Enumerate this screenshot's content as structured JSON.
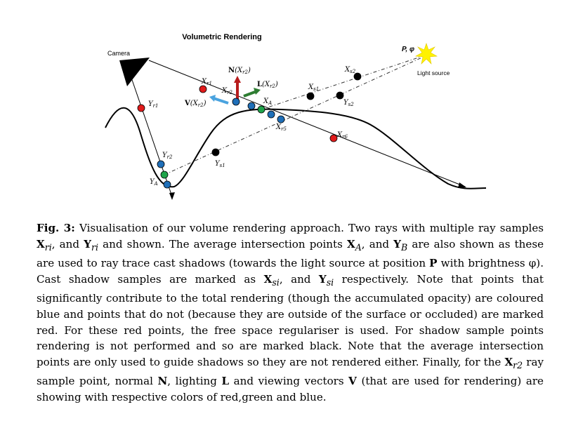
{
  "figure": {
    "title": "Volumetric Rendering",
    "camera_label": "Camera",
    "light_label": "Light source",
    "light_point_label": "P, φ",
    "normal_label": "N(X_r2)",
    "light_vec_label": "L(X_r2)",
    "view_label": "V(X_r2)",
    "points": {
      "xr1": "X_r1",
      "xr2": "X_r2",
      "xa": "X_A",
      "xs1": "X_s1",
      "xs2": "X_s2",
      "xr5": "X_r5",
      "xr6": "X_r6",
      "yr1": "Y_r1",
      "yr2": "Y_r2",
      "ya": "Y_A",
      "ys1": "Y_s1",
      "ys2": "Y_s2"
    },
    "colors": {
      "red": "#e11b1b",
      "blue": "#1f6fb8",
      "green": "#1fa34a",
      "black": "#000000",
      "light_vec": "#2e7d32",
      "view_vec": "#4aa3df",
      "normal_vec": "#b71c1c",
      "star": "#fff200"
    }
  },
  "caption": {
    "label": "Fig. 3:",
    "text": "Visualisation of our volume rendering approach. Two rays with multiple ray samples X_ri, and Y_ri and shown. The average intersection points X_A, and Y_B are also shown as these are used to ray trace cast shadows (towards the light source at position P with brightness φ). Cast shadow samples are marked as X_si, and Y_si respectively. Note that points that significantly contribute to the total rendering (though the accumulated opacity) are coloured blue and points that do not (because they are outside of the surface or occluded) are marked red. For these red points, the free space regulariser is used. For shadow sample points rendering is not performed and so are marked black. Note that the average intersection points are only used to guide shadows so they are not rendered either. Finally, for the X_r2 ray sample point, normal N, lighting L and viewing vectors V (that are used for rendering) are showing with respective colors of red,green and blue."
  }
}
